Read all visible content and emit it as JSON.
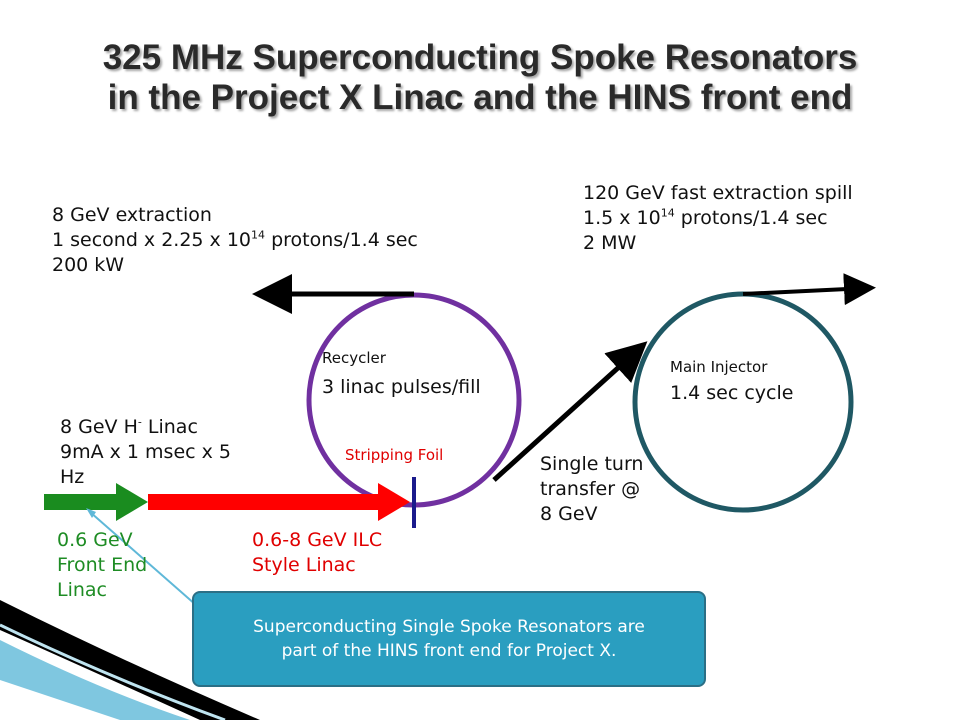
{
  "title": {
    "line1": "325 MHz Superconducting Spoke Resonators",
    "line2": "in the Project X Linac and the HINS front end"
  },
  "extraction_8gev": {
    "line1": "8 GeV extraction",
    "line2_pre": "1 second x 2.25 x 10",
    "line2_sup": "14",
    "line2_post": " protons/1.4 sec",
    "line3": "200 kW"
  },
  "fast_extraction": {
    "line1": "120 GeV fast extraction spill",
    "line2_pre": "1.5 x 10",
    "line2_sup": "14",
    "line2_post": " protons/1.4 sec",
    "line3": "2 MW"
  },
  "recycler": {
    "label": "Recycler",
    "sub": "3 linac pulses/fill"
  },
  "main_injector": {
    "label": "Main Injector",
    "sub": "1.4 sec cycle"
  },
  "linac_8gev": {
    "line1_pre": "8 GeV H",
    "line1_sup": "-",
    "line1_post": " Linac",
    "line2": "9mA x 1 msec x 5",
    "line3": "Hz"
  },
  "stripping_foil": "Stripping Foil",
  "single_turn": {
    "line1": "Single turn",
    "line2": "transfer @",
    "line3": "8 GeV"
  },
  "front_end": {
    "line1": "0.6 GeV",
    "line2": "Front End",
    "line3": "Linac"
  },
  "ilc_linac": {
    "line1": "0.6-8 GeV ILC",
    "line2": "Style Linac"
  },
  "callout": {
    "line1": "Superconducting Single Spoke Resonators are",
    "line2": "part of the HINS front end for Project X."
  },
  "colors": {
    "recycler_ring": "#7030a0",
    "main_injector_ring": "#1f5864",
    "front_end_beam": "#1a8c1f",
    "ilc_beam": "#ff0000",
    "callout_fill": "#2a9ec0"
  }
}
